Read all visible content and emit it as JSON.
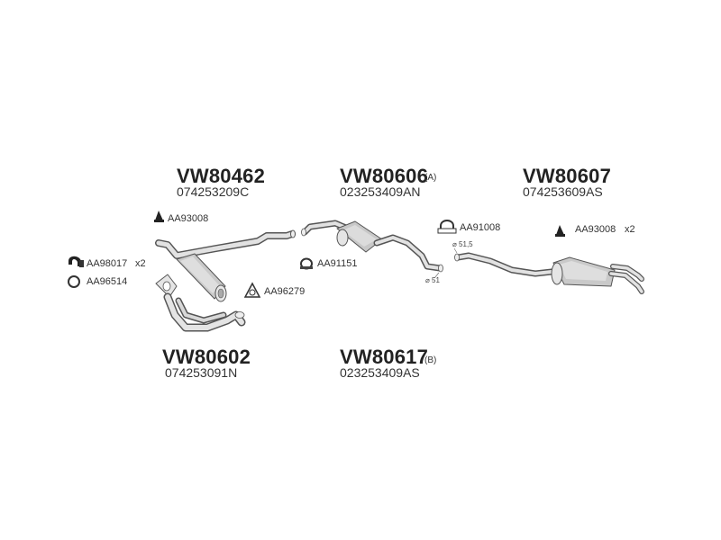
{
  "assemblies": [
    {
      "code": "VW80462",
      "number": "074253209C",
      "tag": ""
    },
    {
      "code": "VW80606",
      "number": "023253409AN",
      "tag": "(A)"
    },
    {
      "code": "VW80607",
      "number": "074253609AS",
      "tag": ""
    },
    {
      "code": "VW80602",
      "number": "074253091N",
      "tag": ""
    },
    {
      "code": "VW80617",
      "number": "023253409AS",
      "tag": "(B)"
    }
  ],
  "hardware": [
    {
      "part": "AA93008",
      "qty": "",
      "icon": "rubber-hanger-icon"
    },
    {
      "part": "AA98017",
      "qty": "x2",
      "icon": "mounting-strap-icon"
    },
    {
      "part": "AA96514",
      "qty": "",
      "icon": "sealing-ring-icon"
    },
    {
      "part": "AA96279",
      "qty": "",
      "icon": "flange-gasket-icon"
    },
    {
      "part": "AA91151",
      "qty": "",
      "icon": "pipe-clamp-icon"
    },
    {
      "part": "AA91008",
      "qty": "",
      "icon": "u-bolt-clamp-icon"
    },
    {
      "part": "AA93008",
      "qty": "x2",
      "icon": "rubber-hanger-icon"
    }
  ],
  "dimensions": {
    "center_pipe_diameter": "⌀ 51",
    "rear_pipe_diameter": "⌀ 51,5"
  },
  "colors": {
    "line": "#555555",
    "fill": "#e6e6e6",
    "shade": "#bdbdbd",
    "text": "#222222"
  }
}
